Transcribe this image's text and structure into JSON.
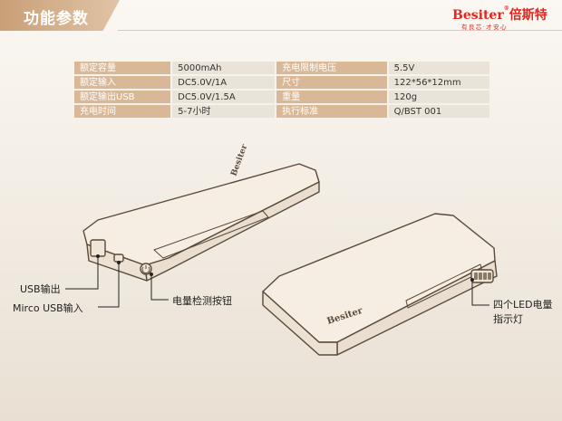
{
  "header": {
    "title": "功能参数",
    "brand_name": "Besiter",
    "brand_cn": "倍斯特",
    "brand_slogan": "有良芯·才安心"
  },
  "specs": [
    {
      "label": "额定容量",
      "value": "5000mAh",
      "label2": "充电限制电压",
      "value2": "5.5V"
    },
    {
      "label": "额定输入",
      "value": "DC5.0V/1A",
      "label2": "尺寸",
      "value2": "122*56*12mm"
    },
    {
      "label": "额定输出USB",
      "value": "DC5.0V/1.5A",
      "label2": "重量",
      "value2": "120g"
    },
    {
      "label": "充电时间",
      "value": "5-7小时",
      "label2": "执行标准",
      "value2": "Q/BST 001"
    }
  ],
  "device_logo": "Besiter",
  "callouts": {
    "usb_out": "USB输出",
    "micro_usb_in": "Mirco USB输入",
    "power_button": "电量检测按钮",
    "led": "四个LED电量指示灯"
  },
  "colors": {
    "accent": "#d9b897",
    "brand_red": "#e3261d",
    "device_body": "#f6eee2",
    "device_stroke": "#5a4a3a"
  }
}
